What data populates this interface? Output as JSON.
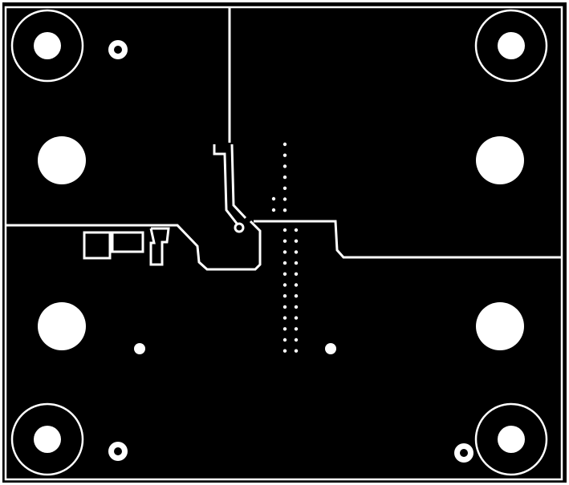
{
  "colors": {
    "copper": "#000000",
    "clearance": "#ffffff"
  },
  "layer": {
    "mounting_holes": 4,
    "plated_holes": 4,
    "small_pad_vias": 3,
    "single_vias": 2,
    "via_array_upper_rows": 7,
    "via_array_lower_rows": 12
  }
}
